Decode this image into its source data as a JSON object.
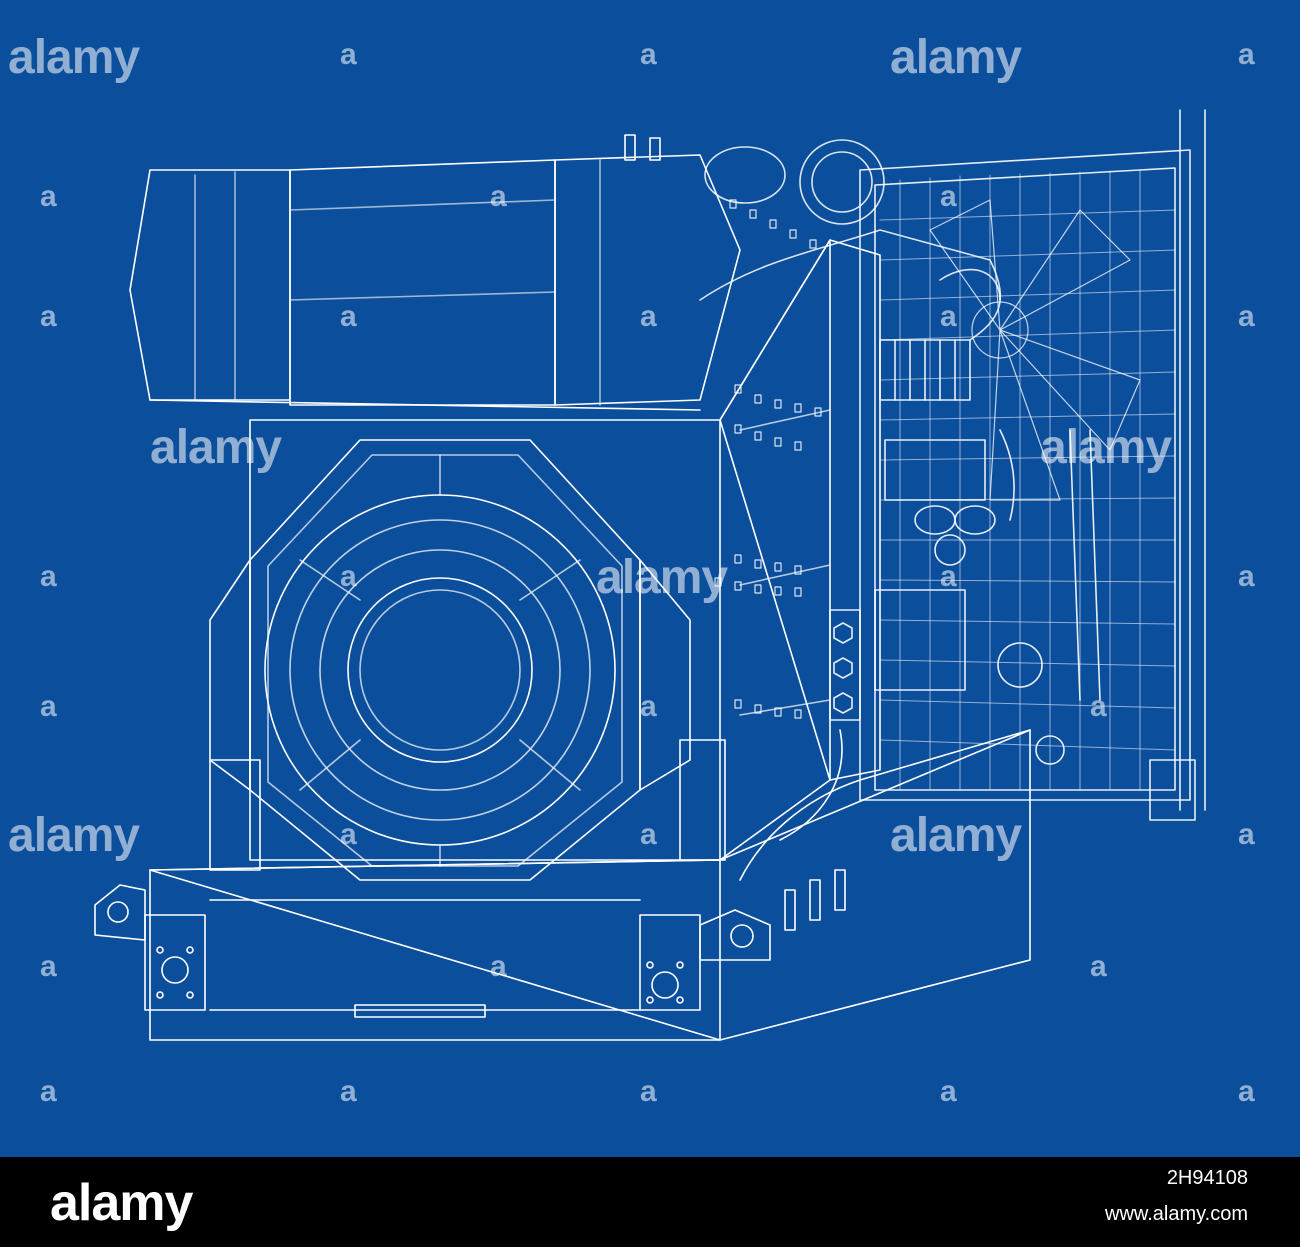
{
  "image": {
    "subject": "wireframe generator set",
    "colors": {
      "background": "#0b4e9c",
      "line": "#ffffff",
      "footer": "#000000"
    }
  },
  "watermark": {
    "brand": "alamy",
    "mark": "a"
  },
  "footer": {
    "logo": "alamy",
    "image_id": "2H94108",
    "url": "www.alamy.com"
  }
}
